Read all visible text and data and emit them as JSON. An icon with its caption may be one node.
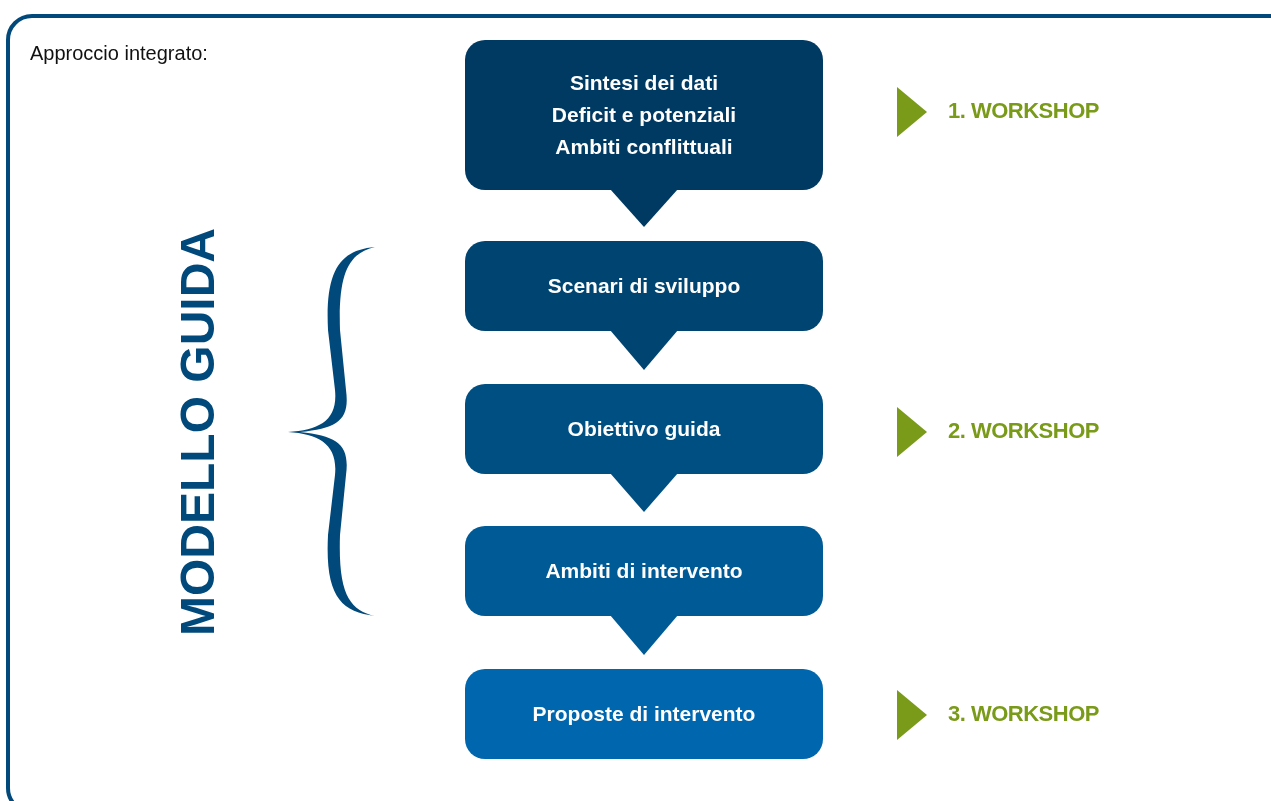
{
  "diagram": {
    "nodes": [
      {
        "text": [
          "Sintesi dei dati",
          "Deficit e potenziali",
          "Ambiti conflittuali"
        ]
      },
      {
        "text": [
          "Scenari di sviluppo"
        ]
      },
      {
        "text": [
          "Obiettivo guida"
        ]
      },
      {
        "text": [
          "Ambiti di intervento"
        ]
      },
      {
        "text": [
          "Proposte di intervento"
        ]
      }
    ],
    "edges": [
      {
        "from": 0,
        "to": 1,
        "arrow": "to"
      },
      {
        "from": 1,
        "to": 2,
        "arrow": "to"
      },
      {
        "from": 2,
        "to": 3,
        "arrow": "to"
      },
      {
        "from": 3,
        "to": 4,
        "arrow": "to"
      }
    ],
    "labels": [
      "Approccio integrato:",
      "1. WORKSHOP",
      "MODELLO GUIDA",
      "2. WORKSHOP",
      "3. WORKSHOP"
    ]
  }
}
